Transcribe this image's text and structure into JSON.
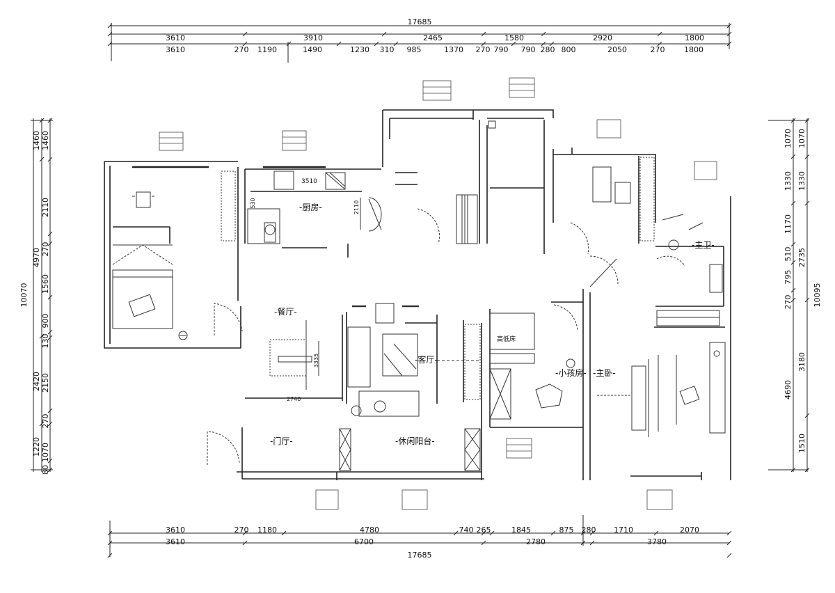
{
  "dims": {
    "top_total": "17685",
    "top_row1": [
      "3610",
      "3910",
      "2465",
      "1580",
      "2920",
      "1800"
    ],
    "top_row2": [
      "3610",
      "270",
      "1190",
      "1490",
      "1230",
      "310",
      "985",
      "1370",
      "270",
      "790",
      "790",
      "280",
      "800",
      "2050",
      "270",
      "1800"
    ],
    "bottom_row1": [
      "3610",
      "270",
      "1180",
      "4780",
      "740",
      "265",
      "1845",
      "875",
      "280",
      "1710",
      "2070"
    ],
    "bottom_row2": [
      "3610",
      "6700",
      "2780",
      "3780"
    ],
    "bottom_total": "17685",
    "left_outer": [
      "1460",
      "4970",
      "2420",
      "1220"
    ],
    "left_inner": [
      "1460",
      "2110",
      "270",
      "1560",
      "900",
      "130",
      "2150",
      "270",
      "1070",
      "80"
    ],
    "left_total": "10070",
    "right_outer": [
      "1070",
      "1330",
      "2735",
      "3180",
      "1510"
    ],
    "right_inner": [
      "1070",
      "1330",
      "1170",
      "510",
      "795",
      "270",
      "4690"
    ],
    "right_total": "10095"
  },
  "inner_dims": [
    "3510",
    "530",
    "2110",
    "3335",
    "2740"
  ],
  "rooms": {
    "kitchen": "-厨房-",
    "dining": "-餐厅-",
    "living": "-客厅-",
    "entrance": "-门厅-",
    "balcony": "-休闲阳台-",
    "kids_room": "-小孩房-",
    "master_bedroom": "-主卧-",
    "master_bath": "-主卫-",
    "tall_bed": "高低床"
  }
}
